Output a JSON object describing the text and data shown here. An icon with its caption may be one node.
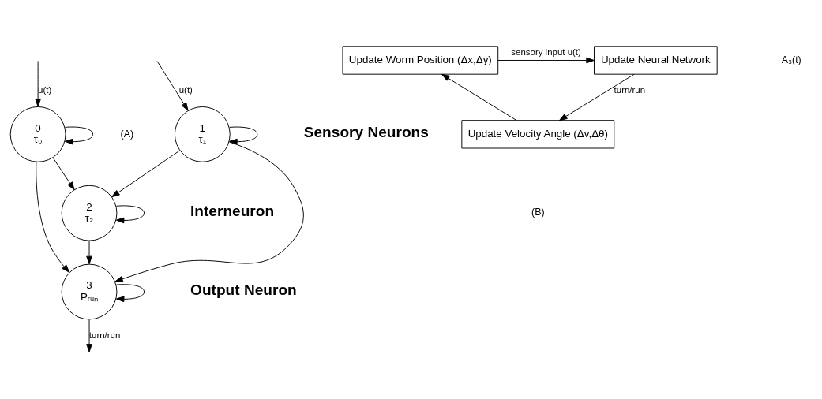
{
  "diagram": {
    "nodes": [
      {
        "text": [
          "0",
          "τ₀"
        ]
      },
      {
        "text": [
          "1",
          "τ₁"
        ]
      },
      {
        "text": [
          "2",
          "τ₂"
        ]
      },
      {
        "text": [
          "3",
          "Pᵣᵤₙ"
        ]
      },
      {
        "text": [
          "Update Worm Position (Δx,Δy)"
        ]
      },
      {
        "text": [
          "Update Neural Network"
        ]
      },
      {
        "text": [
          "Update Velocity Angle (Δv,Δθ)"
        ]
      }
    ],
    "edges": [
      {
        "from": null,
        "to": 0,
        "arrow": "to",
        "label": "u(t)"
      },
      {
        "from": null,
        "to": 1,
        "arrow": "to",
        "label": "u(t)"
      },
      {
        "from": 0,
        "to": 0,
        "arrow": "to"
      },
      {
        "from": 1,
        "to": 1,
        "arrow": "to"
      },
      {
        "from": 2,
        "to": 2,
        "arrow": "to"
      },
      {
        "from": 3,
        "to": 3,
        "arrow": "to"
      },
      {
        "from": 0,
        "to": 2,
        "arrow": "to"
      },
      {
        "from": 1,
        "to": 2,
        "arrow": "to"
      },
      {
        "from": 0,
        "to": 3,
        "arrow": "to"
      },
      {
        "from": 2,
        "to": 3,
        "arrow": "to"
      },
      {
        "from": 1,
        "to": 3,
        "arrow": "to"
      },
      {
        "from": 3,
        "to": null,
        "arrow": "to",
        "label": "turn/run"
      },
      {
        "from": 4,
        "to": 5,
        "arrow": "to",
        "label": "sensory input u(t)"
      },
      {
        "from": 5,
        "to": 6,
        "arrow": "to",
        "label": "turn/run"
      },
      {
        "from": 6,
        "to": 4,
        "arrow": "to"
      }
    ],
    "labels": [
      "Sensory Neurons",
      "Interneuron",
      "Output Neuron",
      "A₃(t)",
      "(A)",
      "(B)"
    ]
  }
}
